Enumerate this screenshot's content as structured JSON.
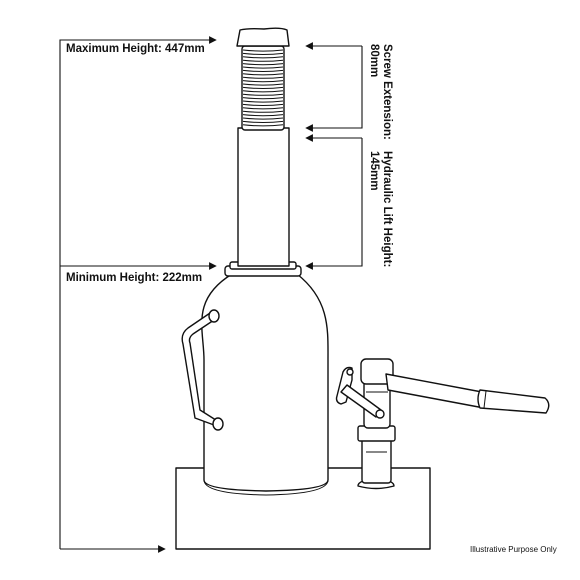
{
  "labels": {
    "max_height": "Maximum Height: 447mm",
    "min_height": "Minimum Height: 222mm",
    "screw_extension_line1": "Screw Extension:",
    "screw_extension_line2": "80mm",
    "hydraulic_lift_line1": "Hydraulic Lift Height:",
    "hydraulic_lift_line2": "145mm",
    "note": "Illustrative Purpose Only"
  },
  "colors": {
    "line": "#111111",
    "background": "#ffffff"
  }
}
